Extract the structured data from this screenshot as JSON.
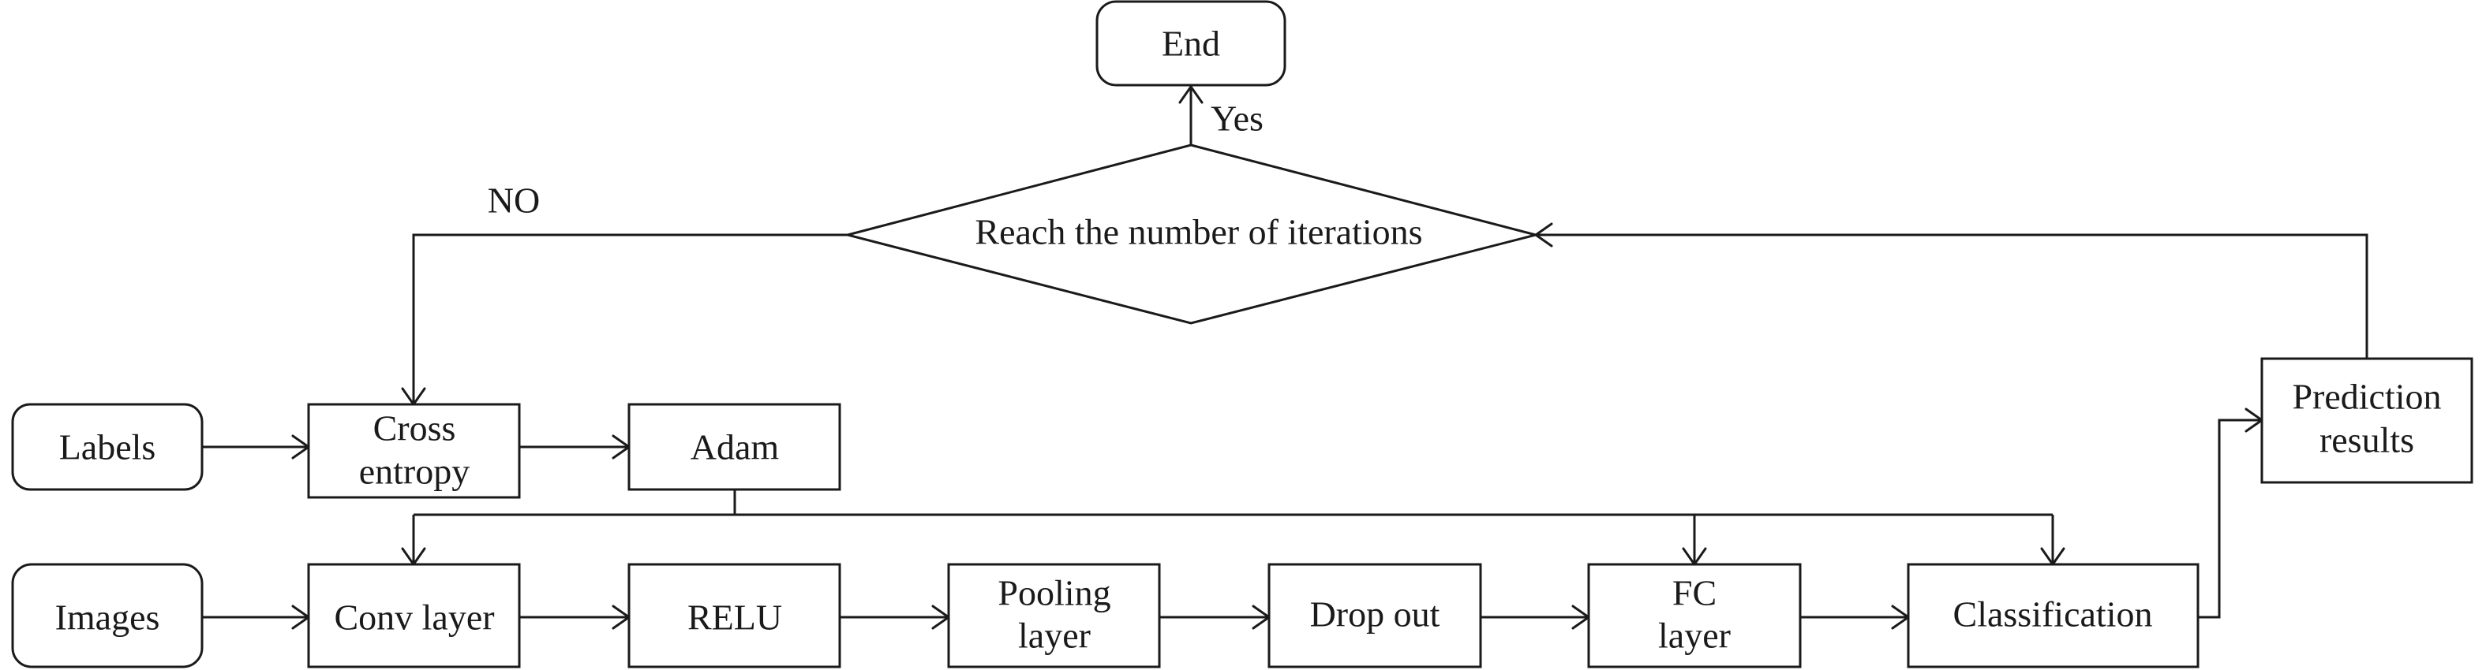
{
  "nodes": {
    "end": "End",
    "decision": "Reach the number of iterations",
    "labels": "Labels",
    "cross_entropy": [
      "Cross",
      "entropy"
    ],
    "adam": "Adam",
    "prediction_results": [
      "Prediction",
      "results"
    ],
    "images": "Images",
    "conv_layer": "Conv layer",
    "relu": "RELU",
    "pooling_layer": [
      "Pooling",
      "layer"
    ],
    "drop_out": "Drop out",
    "fc_layer": [
      "FC",
      "layer"
    ],
    "classification": "Classification"
  },
  "edge_labels": {
    "yes": "Yes",
    "no": "NO"
  }
}
